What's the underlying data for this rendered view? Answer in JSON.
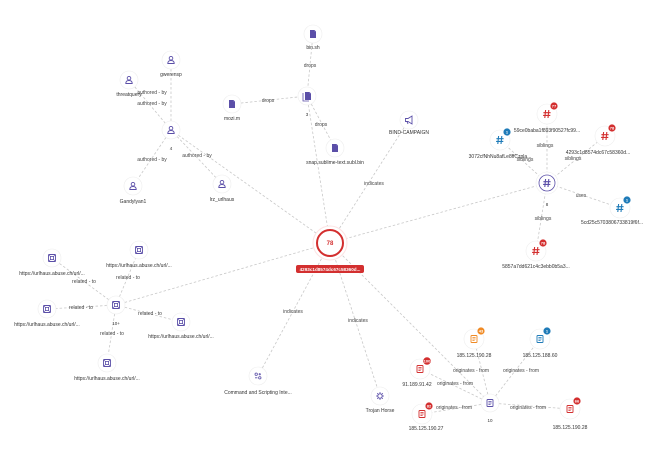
{
  "colors": {
    "indigo": "#5b4fa8",
    "red": "#d32f2f",
    "blue": "#1f7bb8",
    "orange": "#f08a24",
    "edge": "#c8c8c8"
  },
  "center": {
    "score": "78",
    "label": "4293c1d8574dc67c58360d..."
  },
  "nodes": {
    "bin_sh": {
      "label": "bin.sh",
      "icon": "file-icon"
    },
    "mozi_m": {
      "label": "mozi.m",
      "icon": "file-icon"
    },
    "files_group": {
      "count": "3",
      "icon": "file-group-icon"
    },
    "snap_sublime": {
      "label": "snap.sublime-text.subl.bin",
      "icon": "file-icon"
    },
    "gwerensp": {
      "label": "gwerensp",
      "icon": "user-icon"
    },
    "threatquery": {
      "label": "threatquery",
      "icon": "user-icon"
    },
    "authors_group": {
      "count": "4",
      "icon": "user-group-icon"
    },
    "gandylyan1": {
      "label": "Gandylyan1",
      "icon": "user-icon"
    },
    "lrz_urlhaus": {
      "label": "lrz_urlhaus",
      "icon": "user-icon"
    },
    "bind_campaign": {
      "label": "BIND-CAMPAIGN",
      "icon": "megaphone-icon"
    },
    "h_59ce": {
      "label": "59ce0baba1f893f90527fc99...",
      "badge": "77",
      "icon": "hash-icon"
    },
    "h_3072": {
      "label": "3072cfNhNu8afLe8ffCzpla...",
      "badge": "1",
      "icon": "hash-icon"
    },
    "h_4293": {
      "label": "4293c1d8574dc67c58360d...",
      "badge": "78",
      "icon": "hash-icon"
    },
    "siblings_group": {
      "count": "8",
      "icon": "hash-group-icon"
    },
    "h_5cd2": {
      "label": "5cd25c5703806733819f6f...",
      "badge": "1",
      "icon": "hash-icon"
    },
    "h_5857": {
      "label": "5857a7dd621c4c3ebb0b5a3...",
      "badge": "78",
      "icon": "hash-icon"
    },
    "url_a": {
      "label": "https://urlhaus.abuse.ch/url/...",
      "icon": "url-icon"
    },
    "url_b": {
      "label": "https://urlhaus.abuse.ch/url/...",
      "icon": "url-icon"
    },
    "url_c": {
      "label": "https://urlhaus.abuse.ch/url/...",
      "icon": "url-icon"
    },
    "url_d": {
      "label": "https://urlhaus.abuse.ch/url/...",
      "icon": "url-icon"
    },
    "url_e": {
      "label": "https://urlhaus.abuse.ch/url/...",
      "icon": "url-icon"
    },
    "urls_group": {
      "count": "10+",
      "icon": "url-group-icon"
    },
    "cmd_script": {
      "label": "Command and Scripting Inte...",
      "icon": "technique-icon"
    },
    "trojan": {
      "label": "Trojan Horse",
      "icon": "malware-icon"
    },
    "ip_9118": {
      "label": "91.189.91.42",
      "badge": "100",
      "icon": "ip-icon"
    },
    "ip_18512528": {
      "label": "185.125.190.28",
      "badge": "43",
      "icon": "ip-icon"
    },
    "ip_1851196": {
      "label": "185.125.188.60",
      "badge": "1",
      "icon": "ip-icon"
    },
    "ips_group": {
      "count": "10",
      "icon": "ip-group-icon"
    },
    "ip_18512527": {
      "label": "185.125.190.27",
      "badge": "82",
      "icon": "ip-icon"
    },
    "ip_185b": {
      "label": "185.125.190.28",
      "badge": "66",
      "icon": "ip-icon"
    }
  },
  "edges": {
    "drops": "drops",
    "authored_by": "authored - by",
    "indicates": "indicates",
    "siblings": "siblings",
    "uses": "uses",
    "related_to": "related - to",
    "originates_from": "originates - from"
  }
}
